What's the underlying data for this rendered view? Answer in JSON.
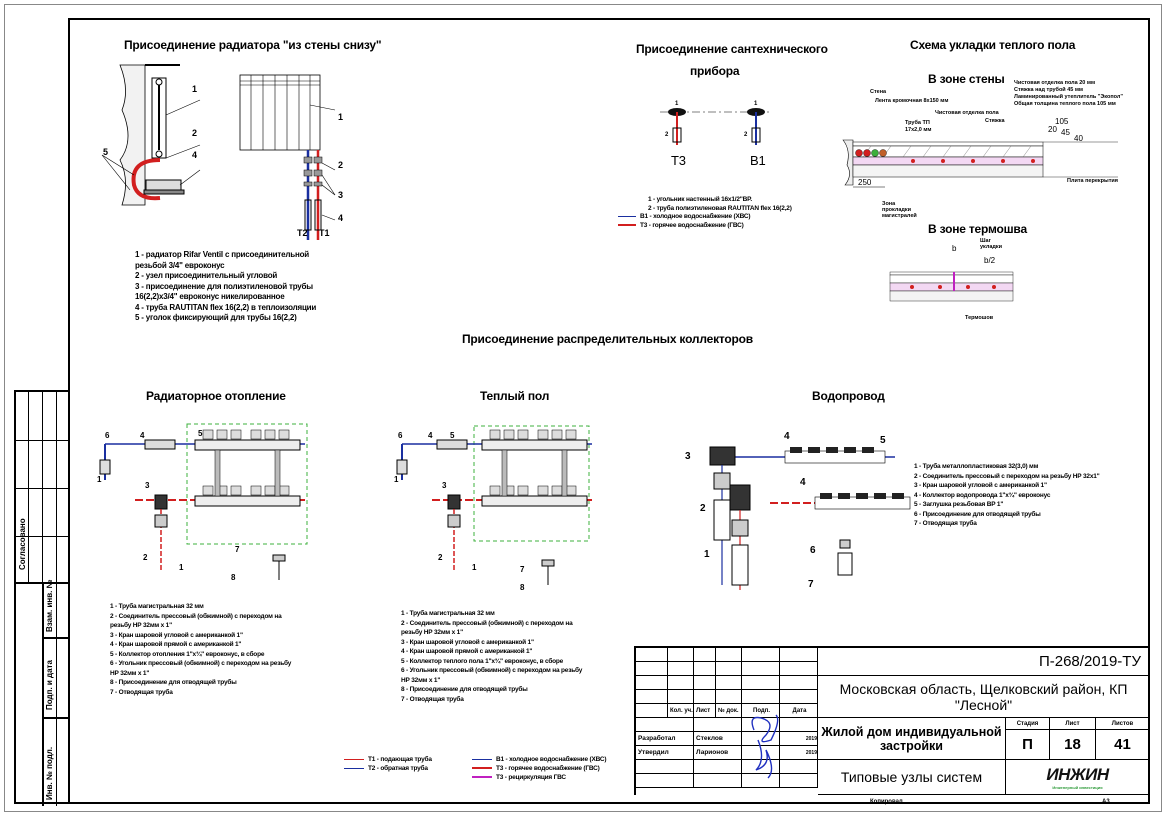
{
  "sections": {
    "radiator_title": "Присоединение радиатора \"из стены снизу\"",
    "sanitary_title_line1": "Присоединение сантехнического",
    "sanitary_title_line2": "прибора",
    "floor_title": "Схема укладки теплого пола",
    "floor_wall_zone": "В зоне стены",
    "floor_thermo_zone": "В зоне термошва",
    "collectors_title": "Присоединение распределительных коллекторов",
    "radiator_heating_title": "Радиаторное отопление",
    "warm_floor_title": "Теплый пол",
    "water_supply_title": "Водопровод"
  },
  "radiator_notes": [
    "1 - радиатор Rifar Ventil  с присоединительной",
    "резьбой 3/4\" евроконус",
    "2 - узел присоединительный угловой",
    "3 - присоединение для полиэтиленовой трубы",
    "16(2,2)x3/4\" евроконус никелированное",
    "4 - труба RAUTITAN flex 16(2,2) в теплоизоляции",
    "5 - уголок фиксирующий для трубы 16(2,2)"
  ],
  "radiator_labels": {
    "t2": "Т2",
    "t1": "Т1"
  },
  "sanitary_notes": [
    "1 - угольник настенный 16х1/2\"ВР.",
    "2 - труба полиэтиленовая RAUTITAN flex 16(2,2)"
  ],
  "sanitary_legend": [
    {
      "color": "#1a2fa0",
      "label": "В1 - холодное водоснабжение (ХВС)"
    },
    {
      "color": "#d21f1f",
      "label": "Т3 - горячее водоснабжение (ГВС)"
    }
  ],
  "sanitary_labels": {
    "t3": "Т3",
    "b1": "В1"
  },
  "floor_annotations": {
    "finish": "Чистовая отделка пола  20 мм",
    "screed": "Стяжка над трубой  45 мм",
    "insulation": "Ламинированный утеплитель \"Экопол\"",
    "total": "Общая толщина теплого пола  105 мм",
    "wall": "Стена",
    "edge_tape": "Лента кромочная 8х150 мм",
    "finish_label": "Чистовая отделка пола",
    "screed_label": "Стяжка",
    "pipe": "Труба ТП",
    "pipe_size": "17х2,0 мм",
    "slab": "Плита перекрытия",
    "manifold_zone": "Зона прокладки магистралей",
    "dim_105": "105",
    "dim_20": "20",
    "dim_45": "45",
    "dim_40": "40",
    "dim_250": "250",
    "step": "Шаг укладки",
    "b": "b",
    "b2": "b/2",
    "thermo_joint": "Термошов"
  },
  "radiator_heating_notes": [
    "1 - Труба магистральная 32 мм",
    "2 - Соединитель прессовый (обжимной)  с переходом на",
    "резьбу НР 32мм х 1\"",
    "3 - Кран шаровой угловой с американкой 1\"",
    "4 - Кран шаровой прямой с американкой 1\"",
    "5 - Коллектор отопления 1\"x¾\" евроконус, в сборе",
    "6 - Угольник  прессовый (обжимной)  с переходом на резьбу",
    "НР 32мм х 1\"",
    "8 - Присоединение для отводящей трубы",
    "7 - Отводящая труба"
  ],
  "warm_floor_notes": [
    "1 - Труба магистральная 32 мм",
    "2 - Соединитель прессовый (обжимной)  с переходом на",
    "резьбу НР 32мм х 1\"",
    "3 - Кран шаровой угловой с американкой 1\"",
    "4 - Кран шаровой прямой с американкой 1\"",
    "5 - Коллектор теплого пола 1\"x¾\" евроконус, в сборе",
    "6 - Угольник  прессовый (обжимной)  с переходом на резьбу",
    "НР 32мм х 1\"",
    "8 - Присоединение для отводящей трубы",
    "7 - Отводящая труба"
  ],
  "water_supply_notes": [
    "1 - Труба металлопластиковая 32(3,0) мм",
    "2 - Соединитель прессовый с переходом на резьбу НР 32х1\"",
    "3 - Кран шаровой угловой с американкой 1\"",
    "4 - Коллектор водопровода 1\"x¾\" евроконус",
    "5 - Заглушка резьбовая ВР 1\"",
    "6 - Присоединение для отводящей трубы",
    "7 - Отводящая труба"
  ],
  "legend_left": [
    {
      "color": "#d21f1f",
      "label": "Т1 - подающая труба"
    },
    {
      "color": "#1a2fa0",
      "label": "Т2 - обратная труба"
    }
  ],
  "legend_right": [
    {
      "color": "#1a2fa0",
      "label": "В1 - холодное водоснабжение (ХВС)"
    },
    {
      "color": "#d21f1f",
      "label": "Т3 - горячее водоснабжение (ГВС)"
    },
    {
      "color": "#c020c0",
      "label": "Т3 - рециркуляция ГВС"
    }
  ],
  "side_stamp": {
    "agreed": "Согласовано",
    "inv_no": "Взам. инв. №",
    "sign_date": "Подп. и дата",
    "inv_no_orig": "Инв. № подл."
  },
  "title_block": {
    "code": "П-268/2019-ТУ",
    "location": "Московская область, Щелковский район, КП \"Лесной\"",
    "object": "Жилой дом индивидуальной застройки",
    "sheet_title": "Типовые узлы систем",
    "stage_label": "Стадия",
    "sheet_label": "Лист",
    "sheets_label": "Листов",
    "stage": "П",
    "sheet": "18",
    "sheets": "41",
    "col_headers": [
      "Кол. уч.",
      "Лист",
      "№ док.",
      "Подп.",
      "Дата"
    ],
    "developed_label": "Разработал",
    "developed_name": "Стеклов",
    "developed_date": "2019",
    "approved_label": "Утвердил",
    "approved_name": "Ларионов",
    "approved_date": "2019",
    "logo": "ИНЖИН",
    "logo_sub": "Инженерный инвестиция",
    "copied": "Копировал",
    "format": "А3"
  },
  "colors": {
    "supply_red": "#d21f1f",
    "return_blue": "#1a2fa0",
    "recirc_magenta": "#c020c0",
    "collector_dash_green": "#3cb03c",
    "logo_green": "#2e9b3a"
  }
}
